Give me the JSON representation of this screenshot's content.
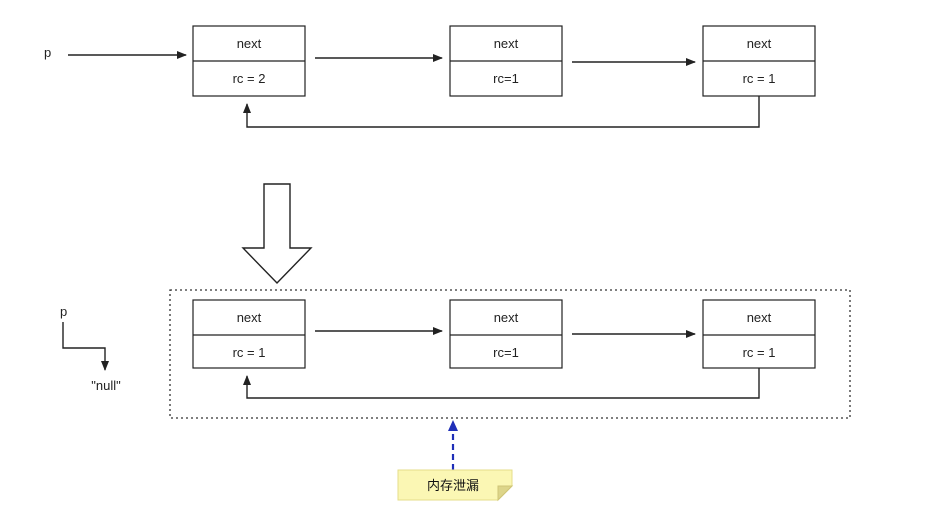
{
  "diagram": {
    "before": {
      "pointer_label": "p",
      "nodes": [
        {
          "field": "next",
          "count": "rc = 2"
        },
        {
          "field": "next",
          "count": "rc=1"
        },
        {
          "field": "next",
          "count": "rc = 1"
        }
      ]
    },
    "after": {
      "pointer_label": "p",
      "pointer_target": "\"null\"",
      "nodes": [
        {
          "field": "next",
          "count": "rc = 1"
        },
        {
          "field": "next",
          "count": "rc=1"
        },
        {
          "field": "next",
          "count": "rc = 1"
        }
      ]
    },
    "note": "内存泄漏"
  },
  "colors": {
    "line": "#222222",
    "note_fill": "#fbf7b4",
    "note_arrow": "#1f2fb8"
  }
}
